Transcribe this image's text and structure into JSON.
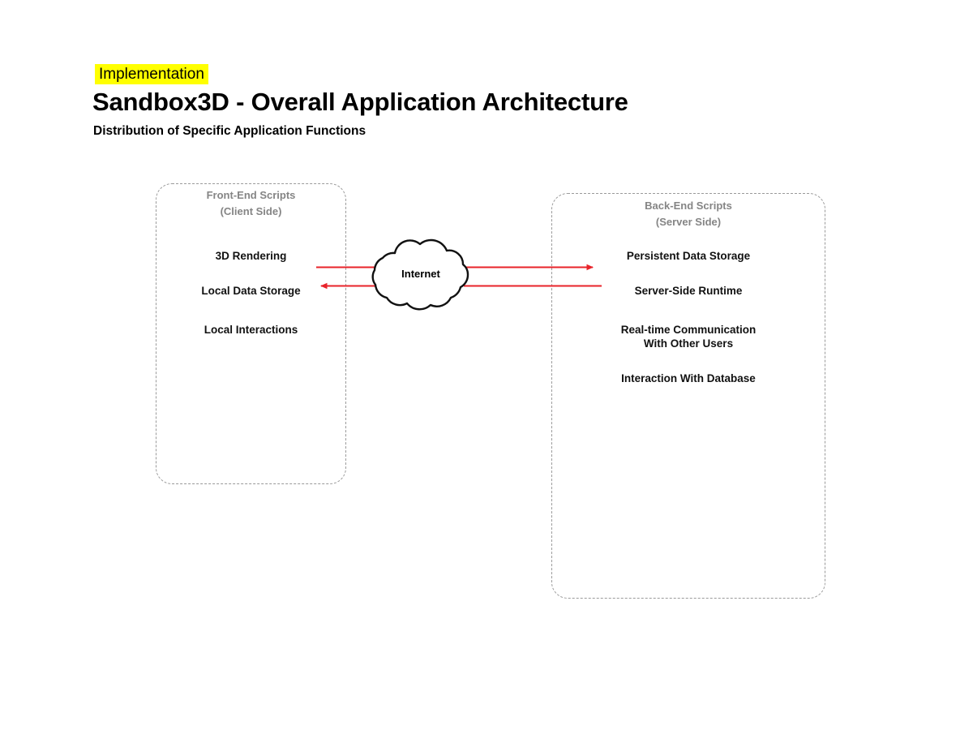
{
  "header": {
    "kicker": "Implementation",
    "title": "Sandbox3D - Overall Application Architecture",
    "subtitle": "Distribution of Specific Application Functions"
  },
  "diagram": {
    "type": "architecture-block-diagram",
    "panels": [
      {
        "id": "front-end",
        "heading_line1": "Front-End Scripts",
        "heading_line2": "(Client Side)",
        "items": [
          "3D Rendering",
          "Local Data Storage",
          "Local Interactions"
        ]
      },
      {
        "id": "back-end",
        "heading_line1": "Back-End Scripts",
        "heading_line2": "(Server Side)",
        "items": [
          "Persistent Data Storage",
          "Server-Side Runtime",
          "Real-time Communication\nWith Other Users",
          "Interaction With Database"
        ]
      }
    ],
    "cloud": {
      "label": "Internet"
    },
    "connectors": [
      {
        "id": "client-to-server",
        "direction": "right",
        "from": "front-end",
        "to": "back-end"
      },
      {
        "id": "server-to-client",
        "direction": "left",
        "from": "back-end",
        "to": "front-end"
      }
    ]
  },
  "colors": {
    "highlight": "#ffff00",
    "panel_border": "#9a9a9a",
    "panel_heading": "#858585",
    "connector": "#e8232a",
    "text": "#000000",
    "background": "#ffffff"
  }
}
